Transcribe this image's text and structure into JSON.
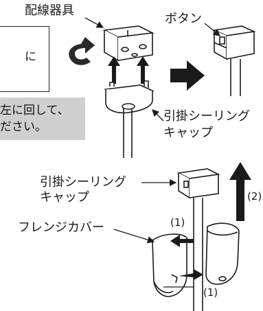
{
  "labels": {
    "wiring_device": "配線器具",
    "button": "ボタン",
    "ceiling_cap_1_line1": "引掛シーリング",
    "ceiling_cap_1_line2": "キャップ",
    "ceiling_cap_2_line1": "引掛シーリング",
    "ceiling_cap_2_line2": "キャップ",
    "flange_cover": "フレンジカバー",
    "step_1_top": "(1)",
    "step_1_bottom": "(1)",
    "step_2": "(2)"
  },
  "instructions": {
    "left_box_fragment": "に",
    "note_line1": "左に回して、",
    "note_line2": "ださい。"
  },
  "colors": {
    "line": "#1a1a1a",
    "arrow": "#1a1a1a",
    "note_bg": "#cfcfcf"
  }
}
